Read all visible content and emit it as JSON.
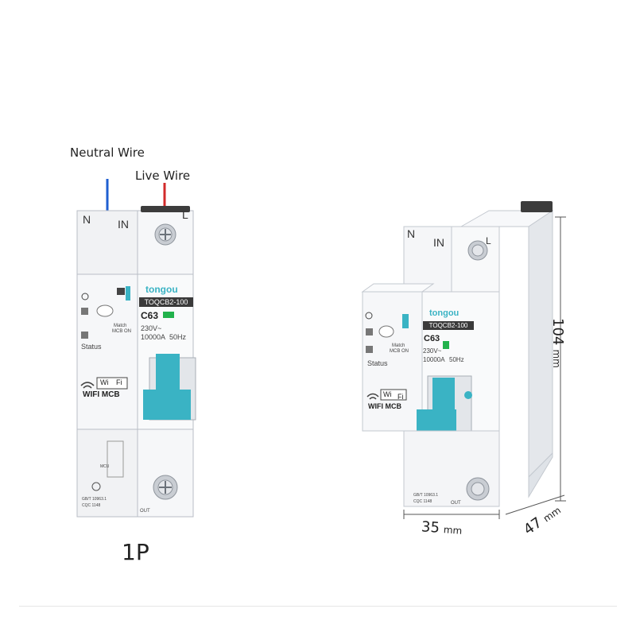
{
  "labels": {
    "neutral": "Neutral Wire",
    "live": "Live Wire",
    "pole": "1P"
  },
  "breaker_front": {
    "top_n": "N",
    "top_in": "IN",
    "top_l": "L",
    "brand": "tongou",
    "model": "TOQCB2-100",
    "curve": "C63",
    "voltage": "230V~",
    "capacity": "10000A",
    "freq": "50Hz",
    "match": "Match",
    "mcb_on": "MCB ON",
    "status": "Status",
    "wi": "Wi",
    "fi": "Fi",
    "wifi_mcb": "WIFI MCB",
    "cert1": "GB/T 10963.1",
    "cert2": "CQC 1148",
    "out": "OUT",
    "mcu": "MCU"
  },
  "breaker_iso": {
    "top_n": "N",
    "top_in": "IN",
    "top_l": "L",
    "brand": "tongou",
    "model": "TOQCB2-100",
    "curve": "C63",
    "voltage": "230V~",
    "capacity": "10000A",
    "freq": "50Hz",
    "match": "Match",
    "mcb_on": "MCB ON",
    "status": "Status",
    "wi": "Wi",
    "fi": "Fi",
    "wifi_mcb": "WIFI MCB",
    "cert1": "GB/T 10963.1",
    "cert2": "CQC 1148",
    "out": "OUT"
  },
  "dimensions": {
    "height_value": "104",
    "height_unit": "mm",
    "width_value": "35",
    "width_unit": "mm",
    "depth_value": "47",
    "depth_unit": "mm"
  },
  "colors": {
    "neutral_wire": "#1f5fd1",
    "live_wire": "#d22a2a",
    "handle": "#3ab3c4",
    "led": "#22b24c",
    "body": "#f4f5f7",
    "outline": "#b9bec6"
  }
}
